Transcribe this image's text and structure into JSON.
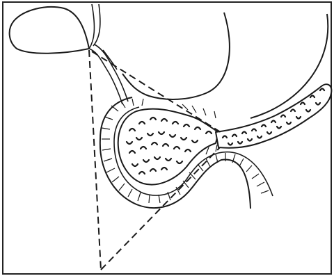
{
  "figure": {
    "colors": {
      "ink": "#1a1a1a",
      "background": "#ffffff",
      "border": "#222222"
    },
    "parts": [
      "gallbladder",
      "cystic-duct",
      "common-bile-duct",
      "stomach",
      "duodenum",
      "pancreas-head",
      "pancreas-body-tail",
      "triangle-outline"
    ]
  }
}
